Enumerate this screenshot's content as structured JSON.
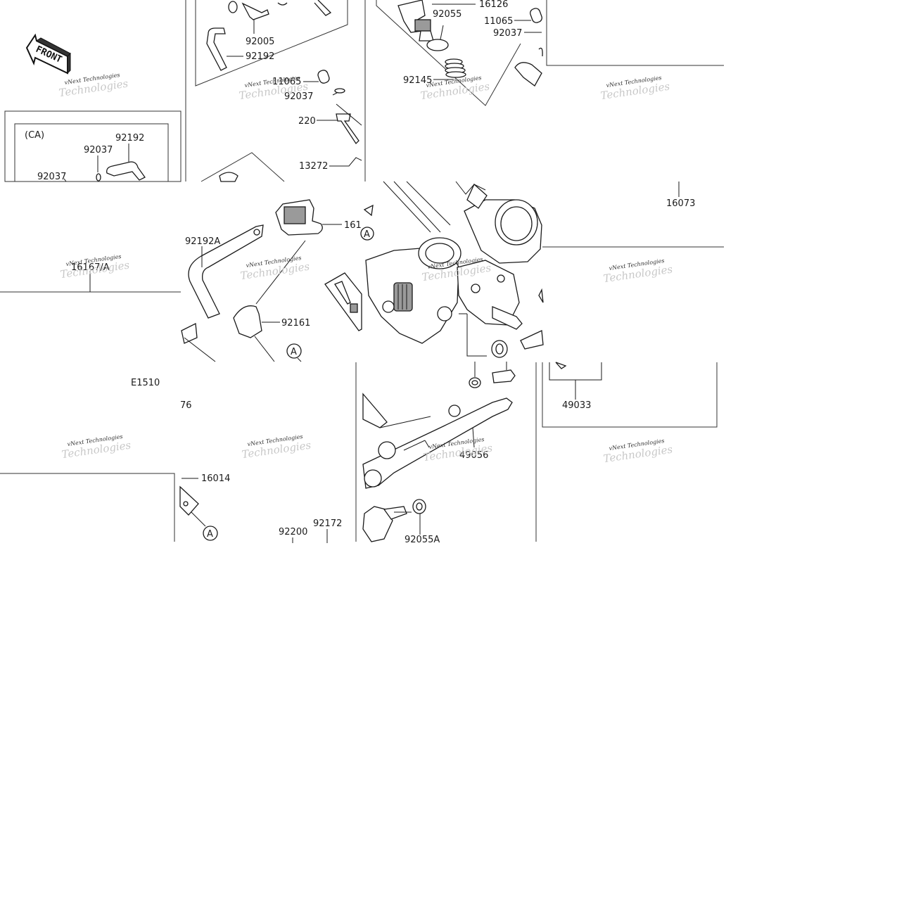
{
  "diagram": {
    "front_label": "FRONT",
    "variant_label": "(CA)",
    "diagram_code": "E1510",
    "circle_marker": "A",
    "watermark_line1": "vNext Technologies",
    "watermark_line2": "Technologies",
    "parts": [
      "92005",
      "92192",
      "16126",
      "92055",
      "11065",
      "92037",
      "92145",
      "220",
      "13272",
      "16073",
      "92192A",
      "161",
      "92161",
      "16167/A",
      "49033",
      "49056",
      "16014",
      "92200",
      "92172",
      "92055A",
      "76"
    ]
  }
}
